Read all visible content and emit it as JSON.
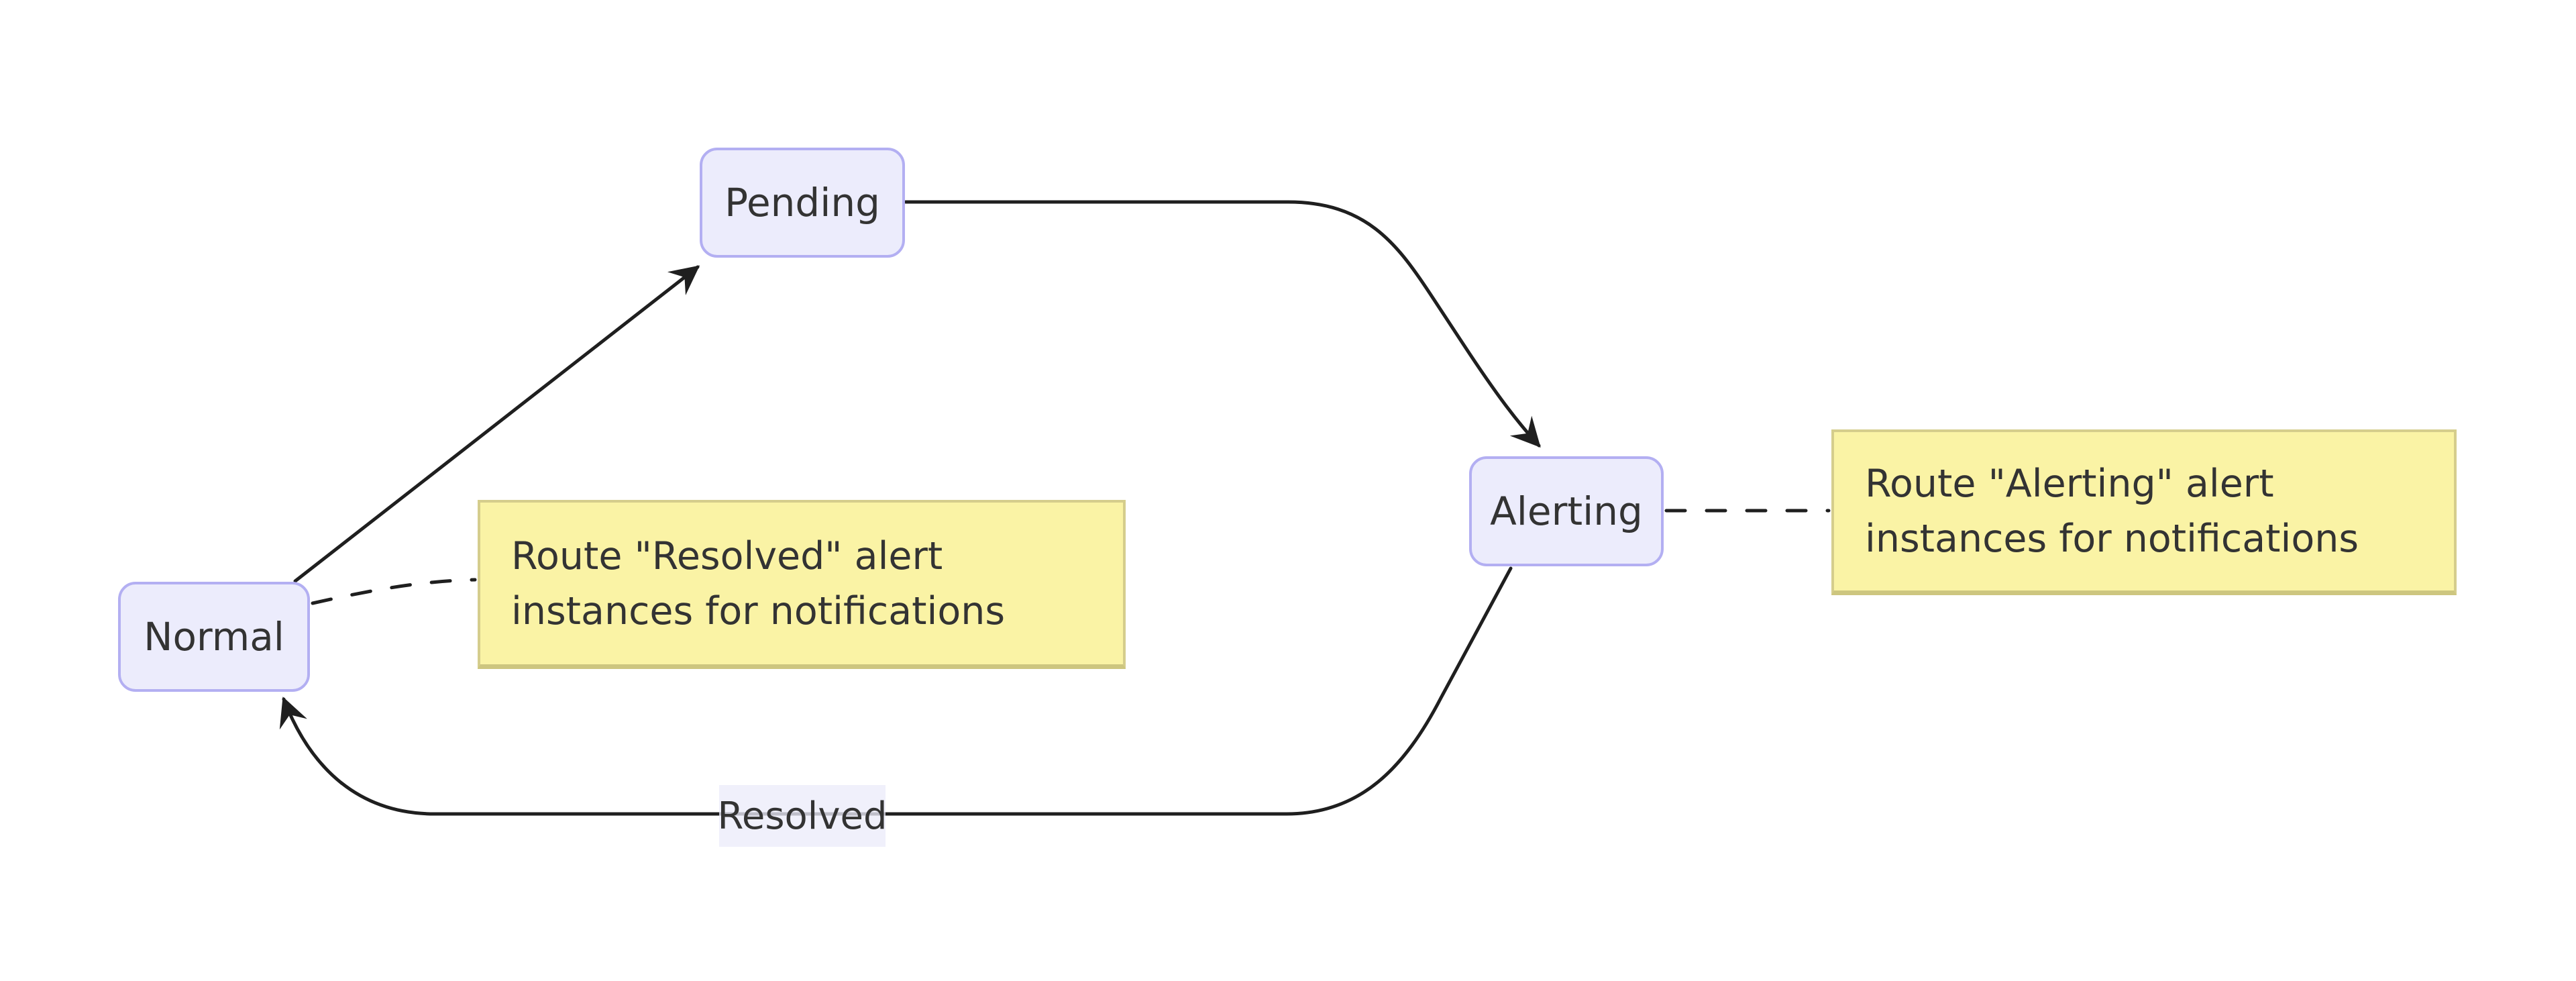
{
  "diagram": {
    "type": "state-diagram",
    "nodes": {
      "pending": {
        "label": "Pending"
      },
      "alerting": {
        "label": "Alerting"
      },
      "normal": {
        "label": "Normal"
      }
    },
    "edges": {
      "normal_to_pending": {
        "label": ""
      },
      "pending_to_alerting": {
        "label": ""
      },
      "alerting_to_normal": {
        "label": "Resolved"
      },
      "normal_note_link": {
        "style": "dashed"
      },
      "alerting_note_link": {
        "style": "dashed"
      }
    },
    "notes": {
      "resolved_note": {
        "text": "Route \"Resolved\" alert instances for notifications"
      },
      "alerting_note": {
        "text": "Route \"Alerting\" alert instances for notifications"
      }
    },
    "colors": {
      "background": "#ffffff",
      "node_fill": "#ececfc",
      "node_border": "#b3aff2",
      "node_text": "#333333",
      "note_fill": "#faf3a5",
      "note_border": "#d5cd8c",
      "edge_stroke": "#1f1f1f",
      "edge_label_bg": "rgba(236,236,250,0.78)",
      "edge_label_text": "#333333"
    }
  }
}
